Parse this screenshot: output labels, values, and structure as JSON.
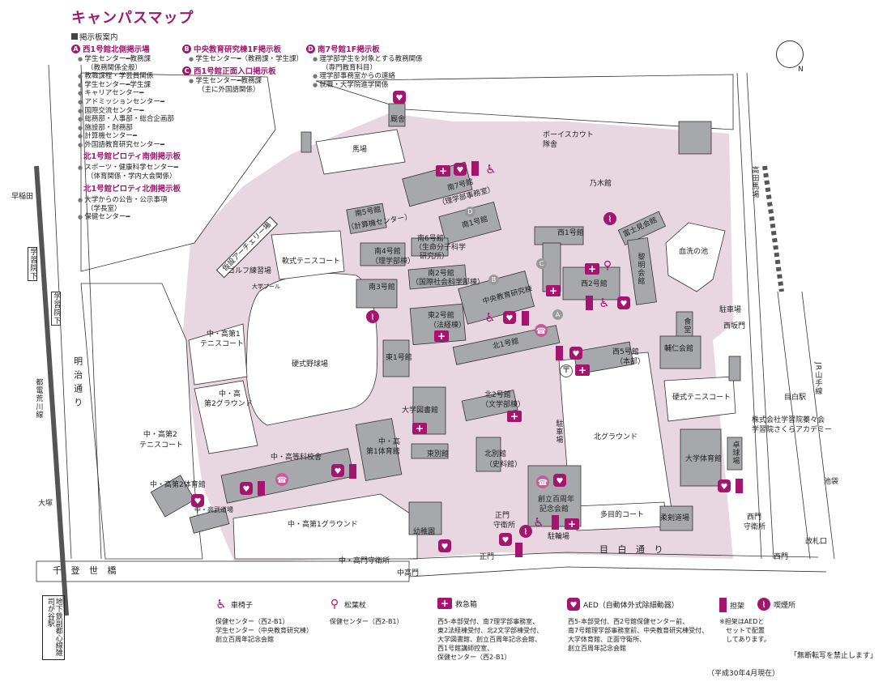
{
  "title": "キャンパスマップ",
  "board_guide": "掲示板案内",
  "boards": {
    "A": {
      "badge": "A",
      "title": "西1号館北側掲示場",
      "items": [
        "学生センター━教務課",
        "（教務関係全般）",
        "教職課程・学芸員関係",
        "学生センター━学生課",
        "キャリアセンター━",
        "アドミッションセンター━",
        "国際交流センター━",
        "総務部・人事部・総合企画部",
        "施設部・財務部",
        "計算機センター━",
        "外国語教育研究センター━"
      ]
    },
    "B": {
      "badge": "B",
      "title": "中央教育研究棟1F掲示板",
      "items": [
        "学生センター━（教務課・学生課）"
      ]
    },
    "C": {
      "badge": "C",
      "title": "西1号館正面入口掲示板",
      "items": [
        "学生センター━教務課",
        "（主に外国語関係）"
      ]
    },
    "D": {
      "badge": "D",
      "title": "南7号館1F掲示板",
      "items": [
        "理学部学生を対象とする教務関係",
        "（専門教育科目）",
        "理学部事務室からの連絡",
        "就職・大学院進学関係"
      ]
    },
    "north_south": {
      "title": "北1号館ピロティ南側掲示板",
      "items": [
        "スポーツ・健康科学センター━",
        "（体育関係・学内大会関係）"
      ]
    },
    "north_north": {
      "title": "北1号館ピロティ北側掲示板",
      "items": [
        "大学からの公告・公示事項",
        "（学長室）",
        "保健センター━"
      ]
    }
  },
  "map": {
    "labels": [
      "厩舎",
      "馬場",
      "ボーイスカウト",
      "隊舎",
      "乃木館",
      "南7号館",
      "（理学部事務室）",
      "南5号館",
      "（計算機センター）",
      "南1号館",
      "南4号館",
      "（理学部棟）",
      "南6号館",
      "（生命分子科学",
      "研究所）",
      "南2号館",
      "（国際社会科学部棟）",
      "南3号館",
      "中央教育研究棟",
      "東2号館",
      "（法経棟）",
      "北1号館",
      "東1号館",
      "西1号館",
      "西2号館",
      "富士見会館",
      "黎明会館",
      "血洗の池",
      "駐車場",
      "西坂門",
      "食堂",
      "輔仁会館",
      "西5号館",
      "（本部）",
      "硬式テニスコート",
      "株式会社学習院蓁々会",
      "学習院さくらアカデミー",
      "卓球場",
      "大学体育館",
      "北グラウンド",
      "駐車場",
      "北2号館",
      "（文学部棟）",
      "大学図書館",
      "東別館",
      "北別館",
      "（史料館）",
      "中・高",
      "第1体育館",
      "創立百周年",
      "記念会館",
      "多目的コート",
      "駐輪場",
      "正門",
      "守衛所",
      "幼稚園",
      "正門",
      "中高門",
      "中・高門守衛所",
      "目 白 通 り",
      "西門",
      "西門",
      "守衛所",
      "柔剣道場",
      "改札口",
      "目白駅",
      "JR山手線",
      "高田馬場",
      "池袋",
      "千 登 世 橋",
      "明治通り",
      "都電荒川線",
      "早稲田",
      "学習院下",
      "学習院下",
      "大塚",
      "地下鉄副都心線雑司が谷駅",
      "仮設アーチェリー場",
      "ゴルフ練習場",
      "軟式テニスコート",
      "大学プール",
      "中・高第1",
      "テニスコート",
      "硬式野球場",
      "中・高",
      "第2グラウンド",
      "中・高第2",
      "テニスコート",
      "中・高等科校舎",
      "中・高第2体育館",
      "中・高武道場",
      "中・高第1グラウンド"
    ],
    "markers": [
      "A",
      "B",
      "C",
      "D"
    ],
    "compass": "N"
  },
  "legend": {
    "wheelchair": {
      "title": "車椅子",
      "lines": [
        "保健センター（西2-B1）",
        "学生センター（中央教育研究棟）",
        "創立百周年記念会館"
      ]
    },
    "crutch": {
      "title": "松葉杖",
      "lines": [
        "保健センター（西2-B1）"
      ]
    },
    "first_aid": {
      "title": "救急箱",
      "lines": [
        "西5-本部受付、南7理学部事務室、",
        "東2法経棟受付、北2文学部棟受付、",
        "大学図書館、創立百周年記念会館、",
        "西1号館講師控室、",
        "保健センター（西2-B1）"
      ]
    },
    "aed": {
      "title": "AED（自動体外式除細動器）",
      "lines": [
        "西5-本部受付、西2号館保健センター前、",
        "南7号館理学部事務室前、中央教育研究棟受付、",
        "大学体育館、正面守衛所、",
        "創立百周年記念会館"
      ]
    },
    "stretcher": {
      "title": "担架",
      "lines": [
        "※担架はAEDと",
        "セットで配置",
        "してあります。"
      ]
    },
    "smoking": {
      "title": "喫煙所"
    }
  },
  "notice": "「無断転写を禁止します」",
  "date_note": "（平成30年4月現在）",
  "colors": {
    "accent": "#9b1c6e",
    "campus": "#e8d6e0",
    "building": "#a6a8ab"
  }
}
